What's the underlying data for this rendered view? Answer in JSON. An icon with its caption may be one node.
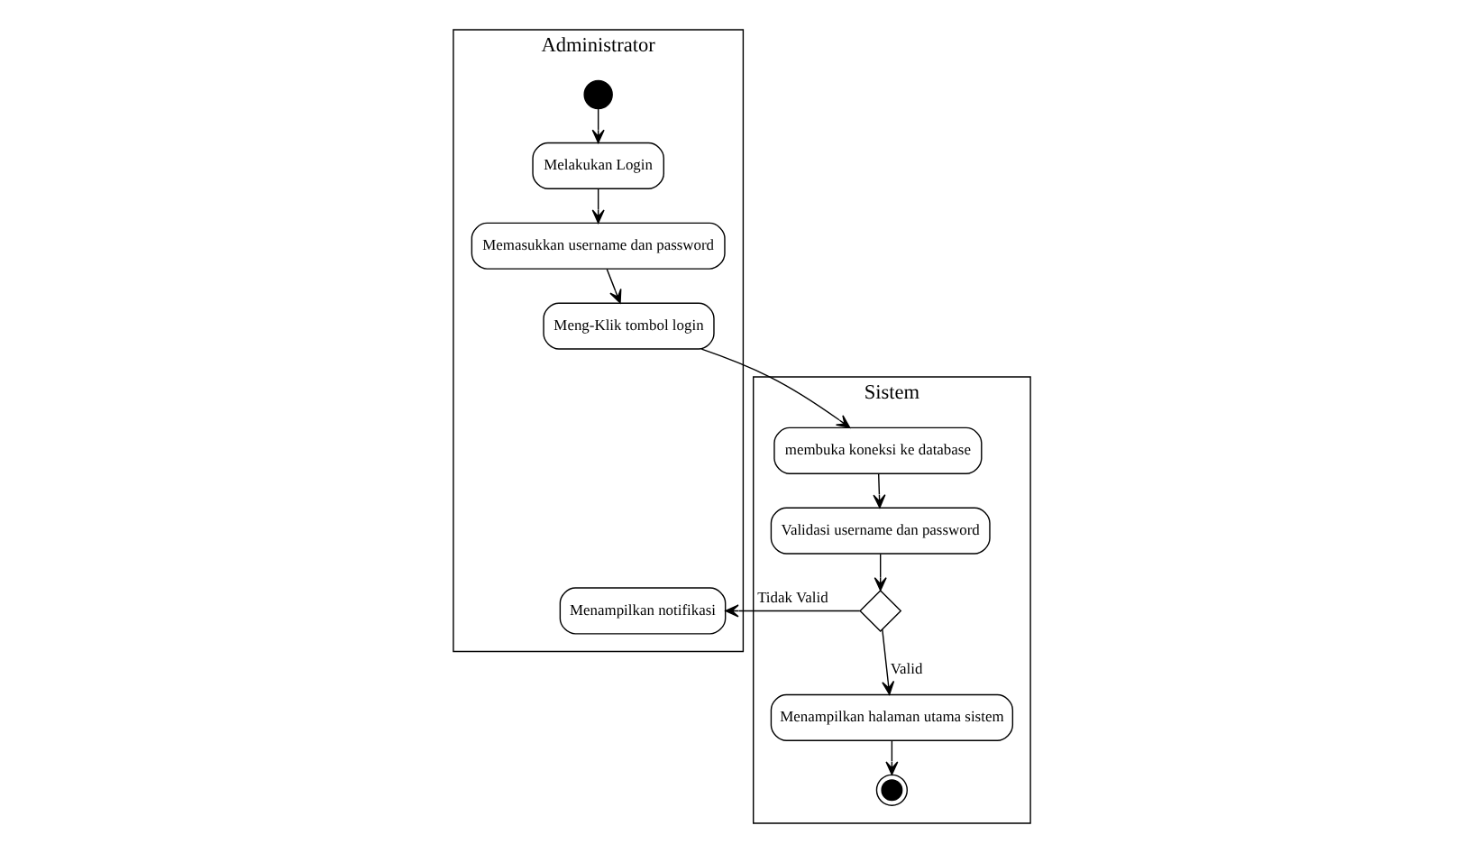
{
  "diagram": {
    "nodes": [
      {
        "text": [
          "Administrator"
        ]
      },
      {
        "text": [
          "Sistem"
        ]
      },
      {
        "text": [],
        "shape": "circle",
        "in": 0
      },
      {
        "text": [
          "Melakukan Login"
        ],
        "in": 0
      },
      {
        "text": [
          "Memasukkan username dan password"
        ],
        "in": 0
      },
      {
        "text": [
          "Meng-Klik tombol login"
        ],
        "in": 0
      },
      {
        "text": [
          "Menampilkan notifikasi"
        ],
        "in": 0
      },
      {
        "text": [
          "membuka koneksi ke database"
        ],
        "in": 1
      },
      {
        "text": [
          "Validasi username dan password"
        ],
        "in": 1
      },
      {
        "text": [],
        "shape": "diamond",
        "in": 1
      },
      {
        "text": [
          "Menampilkan halaman utama sistem"
        ],
        "in": 1
      },
      {
        "text": [],
        "shape": "bullseye",
        "in": 1
      }
    ],
    "edges": [
      {
        "from": 2,
        "to": 3,
        "arrow": "to"
      },
      {
        "from": 3,
        "to": 4,
        "arrow": "to"
      },
      {
        "from": 4,
        "to": 5,
        "arrow": "to"
      },
      {
        "from": 5,
        "to": 7,
        "arrow": "to"
      },
      {
        "from": 7,
        "to": 8,
        "arrow": "to"
      },
      {
        "from": 8,
        "to": 9,
        "arrow": "to"
      },
      {
        "from": 9,
        "to": 6,
        "arrow": "to",
        "label": "Tidak Valid"
      },
      {
        "from": 9,
        "to": 10,
        "arrow": "to",
        "label": "Valid"
      },
      {
        "from": 10,
        "to": 11,
        "arrow": "to"
      }
    ]
  }
}
